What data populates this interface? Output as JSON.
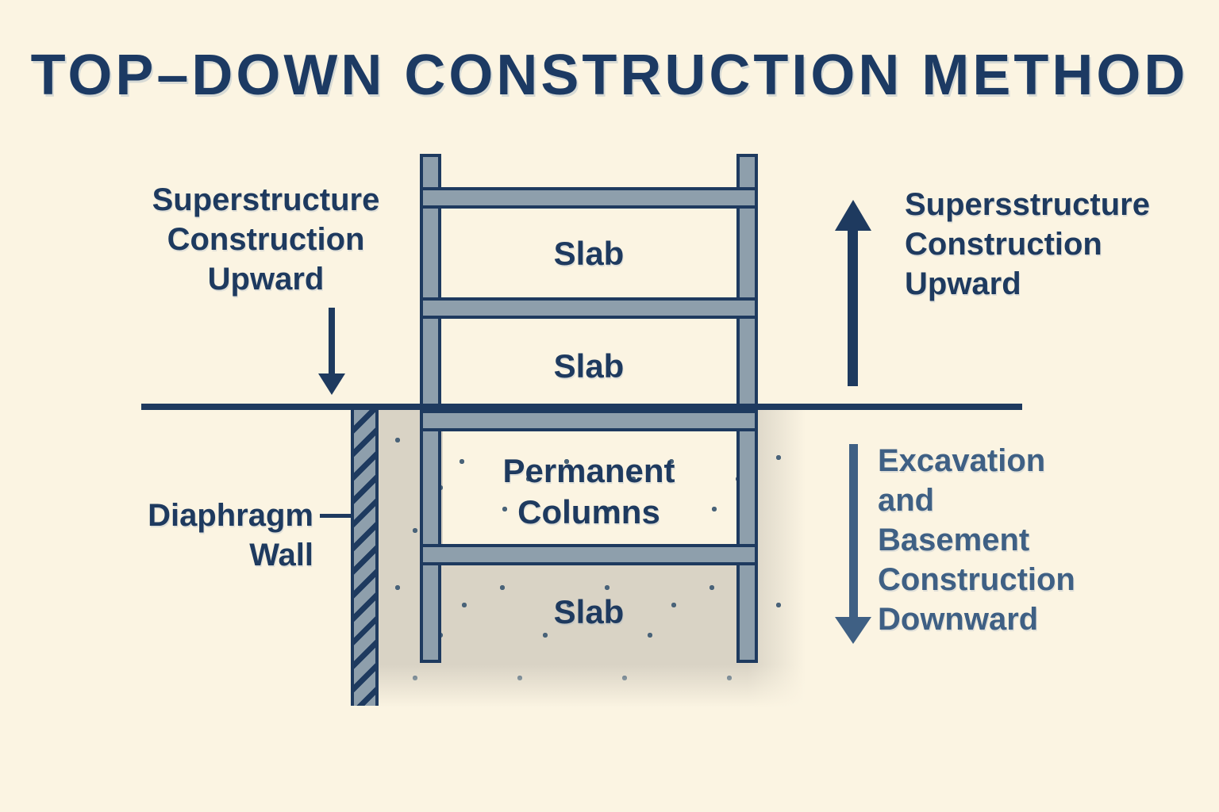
{
  "title": "TOP–DOWN CONSTRUCTION METHOD",
  "side_labels": {
    "superstructure_left": {
      "line1": "Superstructure",
      "line2": "Construction",
      "line3": "Upward"
    },
    "superstructure_right": {
      "line1": "Supersstructure",
      "line2": "Construction",
      "line3": "Upward"
    },
    "diaphragm_wall": {
      "line1": "Diaphragm",
      "line2": "Wall"
    },
    "excavation": {
      "line1": "Excavation",
      "line2": "and",
      "line3": "Basement",
      "line4": "Construction",
      "line5": "Downward"
    }
  },
  "diagram_labels": {
    "slab_level1": "Slab",
    "slab_level2": "Slab",
    "permanent_columns": {
      "line1": "Permanent",
      "line2": "Columns"
    },
    "slab_level3": "Slab"
  },
  "colors": {
    "background": "#fbf4e2",
    "navy": "#1e3a5f",
    "title_navy": "#1c3a63",
    "slate": "#3f6084",
    "steel_gray": "#8e9fac",
    "soil_gray": "#d9d3c5",
    "dot": "#4a6379"
  }
}
